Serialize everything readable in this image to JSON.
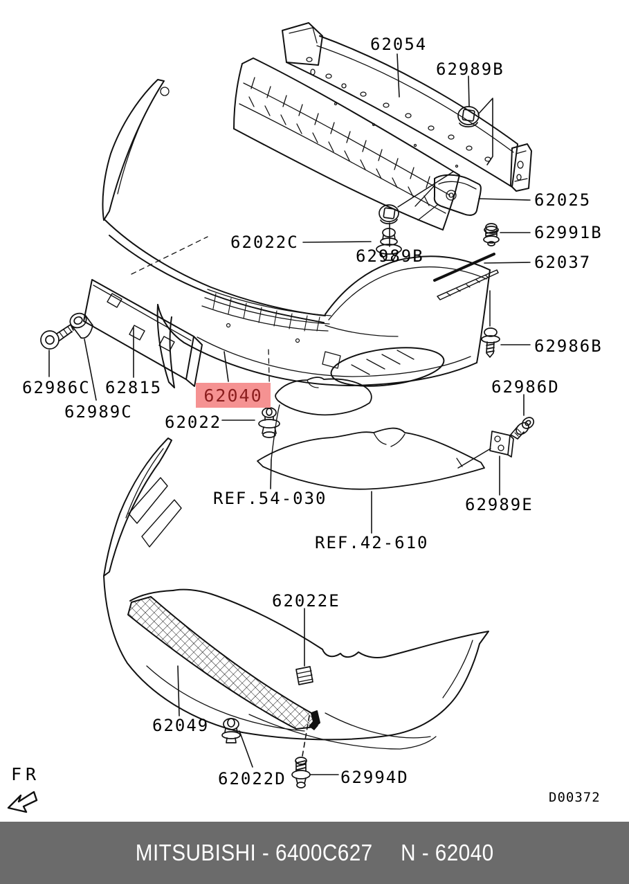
{
  "diagram": {
    "labels": {
      "p62054": "62054",
      "p62989b_top": "62989B",
      "p62025": "62025",
      "p62991b": "62991B",
      "p62037": "62037",
      "p62022c": "62022C",
      "p62989b_mid": "62989B",
      "p62986b": "62986B",
      "p62986c": "62986C",
      "p62815": "62815",
      "p62989c": "62989C",
      "p62040": "62040",
      "p62022": "62022",
      "ref54": "REF.54-030",
      "ref42": "REF.42-610",
      "p62986d": "62986D",
      "p62989e": "62989E",
      "p62022e": "62022E",
      "p62049": "62049",
      "p62022d": "62022D",
      "p62994d": "62994D"
    },
    "fr_indicator": "FR",
    "drawing_code": "D00372",
    "highlight": {
      "part": "62040",
      "background": "#F59292",
      "text_color": "#8B1E1E"
    }
  },
  "footer": {
    "left_text": "MITSUBISHI - 6400C627",
    "right_text": "N - 62040",
    "background": "#6B6B6B",
    "text_color": "#FFFFFF"
  }
}
